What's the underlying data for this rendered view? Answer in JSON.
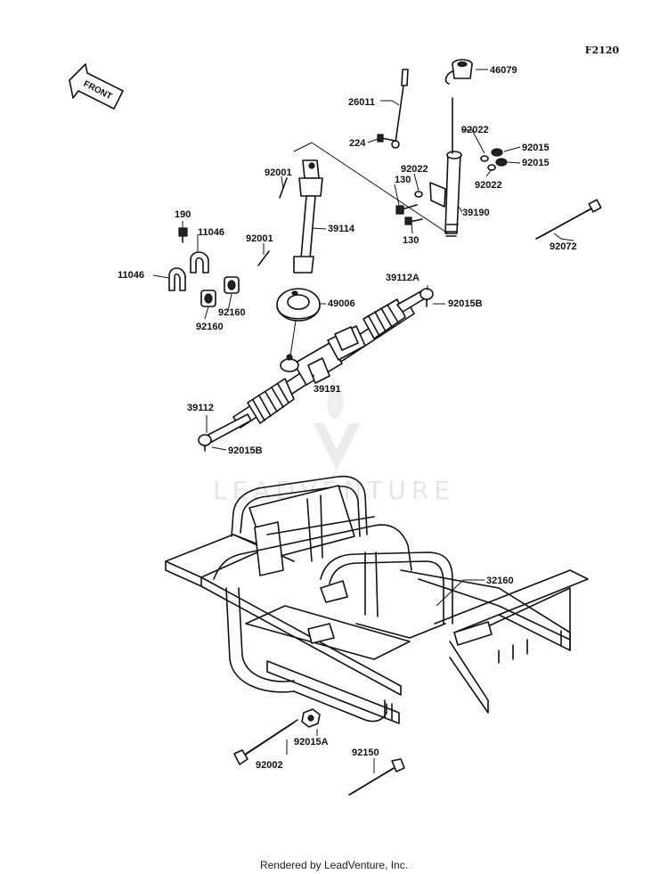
{
  "diagram_code": "F2120",
  "front_arrow_label": "FRONT",
  "watermark": "LEADVENTURE",
  "footer": "Rendered by LeadVenture, Inc.",
  "callouts": {
    "p46079": "46079",
    "p26011": "26011",
    "p224": "224",
    "p92022a": "92022",
    "p92015a": "92015",
    "p92015b": "92015",
    "p92022b": "92022",
    "p92022c": "92022",
    "p92001a": "92001",
    "p130a": "130",
    "p130b": "130",
    "p39190": "39190",
    "p39114": "39114",
    "p190": "190",
    "p11046a": "11046",
    "p92001b": "92001",
    "p92072": "92072",
    "p11046b": "11046",
    "p39112A": "39112A",
    "p92015B_r": "92015B",
    "p49006": "49006",
    "p92160a": "92160",
    "p92160b": "92160",
    "p39191": "39191",
    "p39112": "39112",
    "p92015B_l": "92015B",
    "p32160": "32160",
    "p92015A": "92015A",
    "p92002": "92002",
    "p92150": "92150"
  }
}
